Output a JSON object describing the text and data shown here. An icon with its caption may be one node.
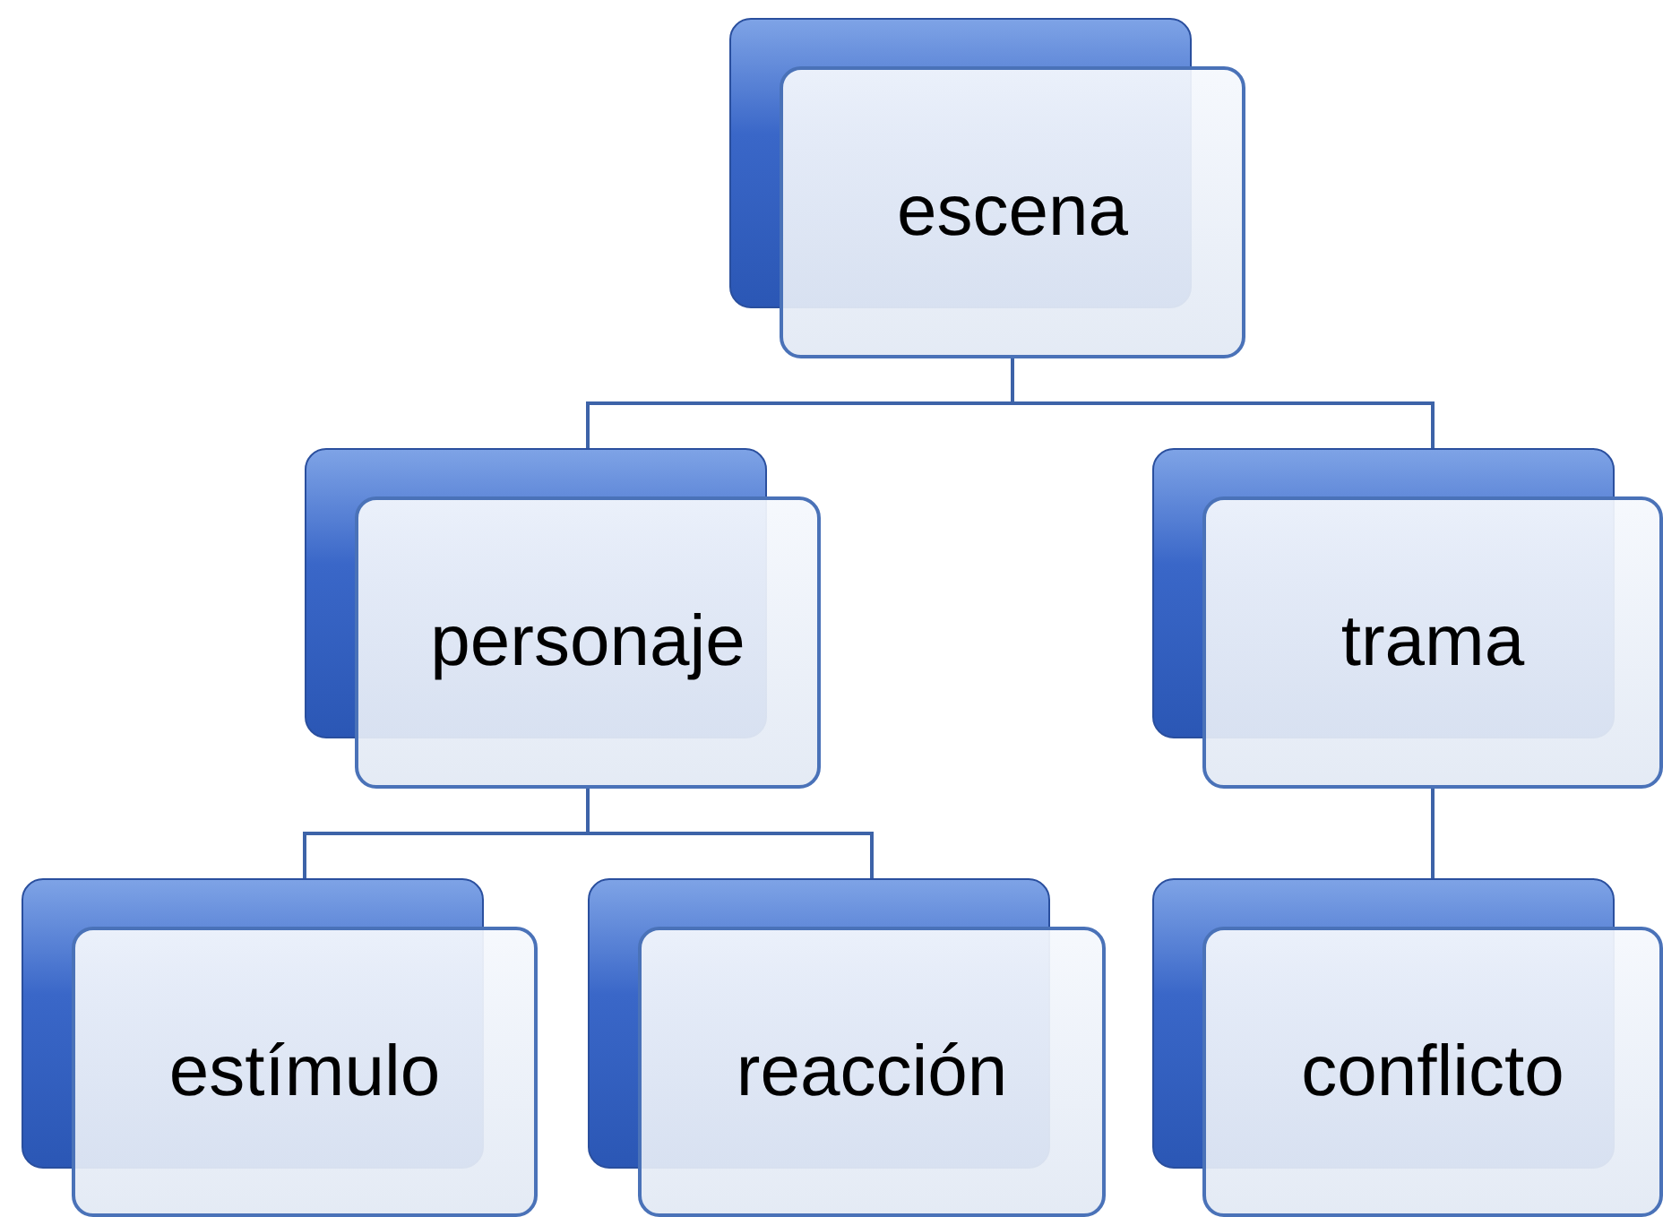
{
  "diagram": {
    "nodes": [
      {
        "text": [
          "escena"
        ]
      },
      {
        "text": [
          "personaje"
        ]
      },
      {
        "text": [
          "trama"
        ]
      },
      {
        "text": [
          "estímulo"
        ]
      },
      {
        "text": [
          "reacción"
        ]
      },
      {
        "text": [
          "conflicto"
        ]
      }
    ],
    "edges": [
      {
        "from": 0,
        "to": 1,
        "arrow": "none"
      },
      {
        "from": 0,
        "to": 2,
        "arrow": "none"
      },
      {
        "from": 1,
        "to": 3,
        "arrow": "none"
      },
      {
        "from": 1,
        "to": 4,
        "arrow": "none"
      },
      {
        "from": 2,
        "to": 5,
        "arrow": "none"
      }
    ]
  }
}
